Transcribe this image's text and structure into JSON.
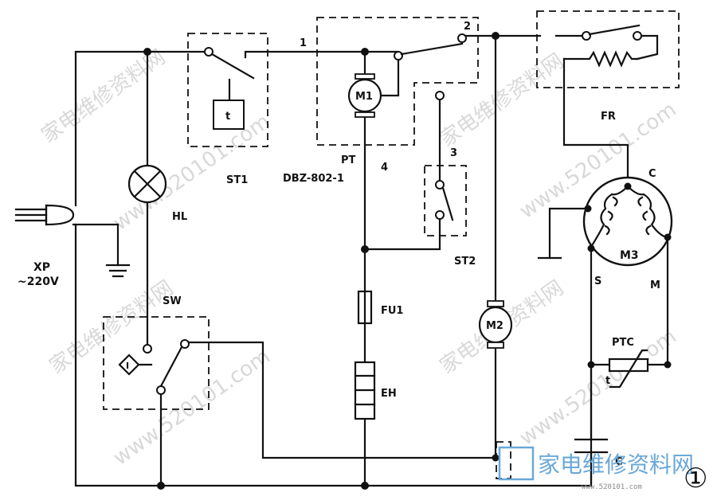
{
  "labels": {
    "xp": "XP",
    "voltage": "~220V",
    "hl": "HL",
    "sw": "SW",
    "st1": "ST1",
    "t1": "t",
    "pt": "PT",
    "pt_model": "DBZ-802-1",
    "m1": "M1",
    "n1": "1",
    "n2": "2",
    "n3": "3",
    "n4": "4",
    "st2": "ST2",
    "fu1": "FU1",
    "eh": "EH",
    "m2": "M2",
    "fr": "FR",
    "c_terminal": "C",
    "m3": "M3",
    "s_terminal": "S",
    "m_terminal": "M",
    "ptc": "PTC",
    "t2": "t",
    "cap": "C",
    "sw_symbol": "I",
    "figure_number": "①"
  },
  "watermark": {
    "cn": "家电维修资料网",
    "url": "www.520101.com",
    "logo": "家电维修资料网",
    "logo_small": "www.520101.com"
  }
}
